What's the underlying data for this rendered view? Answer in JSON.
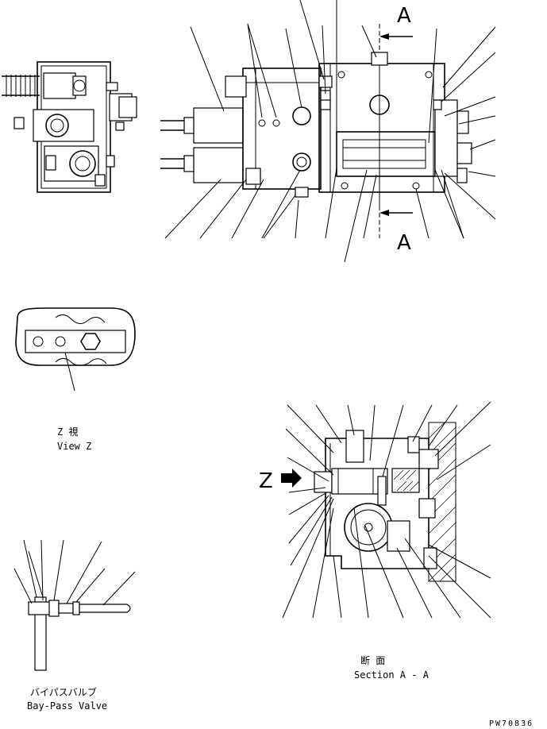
{
  "section_marker_top": "A",
  "section_marker_bottom": "A",
  "view_z_jp": "Z 視",
  "view_z_en": "View Z",
  "z_arrow_label": "Z",
  "bypass_jp": "バイパスバルブ",
  "bypass_en": "Bay-Pass Valve",
  "section_jp": "断 面",
  "section_en": "Section A - A",
  "drawing_code": "PW70836"
}
